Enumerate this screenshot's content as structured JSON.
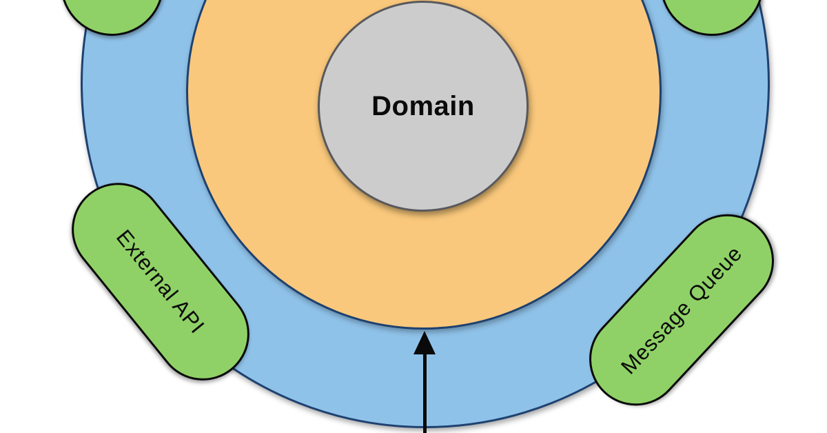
{
  "diagram": {
    "type": "onion-architecture",
    "core": {
      "label": "Domain"
    },
    "adapters": [
      {
        "label": "External API",
        "position": "left"
      },
      {
        "label": "Message Queue",
        "position": "right"
      },
      {
        "label": "",
        "position": "top-left-cut-off"
      },
      {
        "label": "",
        "position": "top-right-cut-off"
      }
    ],
    "arrow": {
      "direction": "up",
      "from": "bottom-edge",
      "to": "middle-ring-boundary"
    },
    "colors": {
      "background": "#ffffff",
      "outer_ring_fill": "#8fc2e9",
      "outer_ring_border": "#1e4170",
      "middle_ring_fill": "#f9c87c",
      "middle_ring_border": "#1e4170",
      "core_fill": "#cccccc",
      "core_border": "#59585c",
      "adapter_fill": "#8fd166",
      "adapter_border": "#0a0a0a",
      "arrow_color": "#0a0a0a",
      "text_color": "#0a0a0a"
    }
  }
}
